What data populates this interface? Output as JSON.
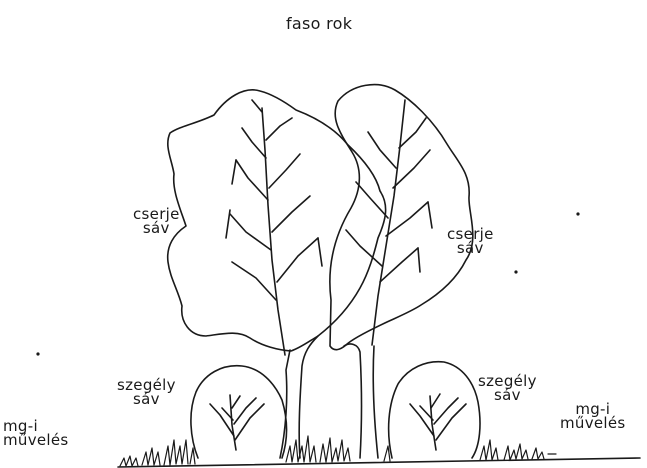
{
  "title": "faso rok",
  "labels": {
    "shrub_left": [
      "cserje",
      "sáv"
    ],
    "shrub_right": [
      "cserje",
      "sáv"
    ],
    "edge_left": [
      "szegély",
      "sáv"
    ],
    "edge_right": [
      "szegély",
      "sáv"
    ],
    "agri_left": [
      "mg-i",
      "művelés"
    ],
    "agri_right": [
      "mg-i",
      "művelés"
    ]
  },
  "colors": {
    "ink": "#1a1a1a",
    "background": "#ffffff"
  }
}
